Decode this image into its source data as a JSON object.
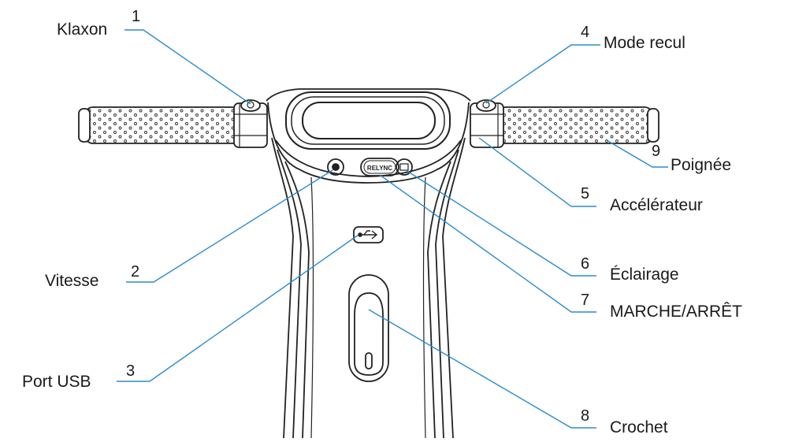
{
  "diagram": {
    "device_button_text": "RELYNC",
    "callouts": [
      {
        "number": "1",
        "label": "Klaxon"
      },
      {
        "number": "2",
        "label": "Vitesse"
      },
      {
        "number": "3",
        "label": "Port USB"
      },
      {
        "number": "4",
        "label": "Mode recul"
      },
      {
        "number": "5",
        "label": "Accélérateur"
      },
      {
        "number": "6",
        "label": "Éclairage"
      },
      {
        "number": "7",
        "label": "MARCHE/ARRÊT"
      },
      {
        "number": "8",
        "label": "Crochet"
      },
      {
        "number": "9",
        "label": "Poignée"
      }
    ],
    "colors": {
      "leader": "#2a8ccc",
      "outline": "#222222"
    }
  }
}
